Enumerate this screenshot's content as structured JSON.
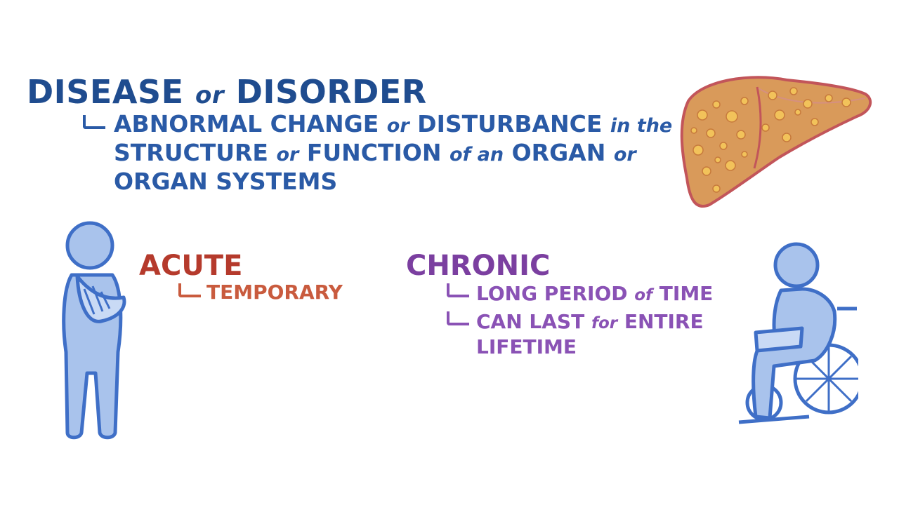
{
  "heading": {
    "part1": "DISEASE",
    "connector": "or",
    "part2": "DISORDER"
  },
  "definition": {
    "line1_a": "ABNORMAL CHANGE",
    "line1_or": "or",
    "line1_b": "DISTURBANCE",
    "line1_in_the": "in the",
    "line2_a": "STRUCTURE",
    "line2_or": "or",
    "line2_b": "FUNCTION",
    "line2_of_an": "of an",
    "line2_c": "ORGAN",
    "line2_or2": "or",
    "line3": "ORGAN SYSTEMS"
  },
  "acute": {
    "label": "ACUTE",
    "sub": "TEMPORARY"
  },
  "chronic": {
    "label": "CHRONIC",
    "sub1_a": "LONG PERIOD",
    "sub1_of": "of",
    "sub1_b": "TIME",
    "sub2_a": "CAN LAST",
    "sub2_for": "for",
    "sub2_b": "ENTIRE",
    "sub2_line2": "LIFETIME"
  },
  "illustrations": {
    "liver": "diseased-liver-illustration",
    "person_sling": "person-with-arm-sling-illustration",
    "person_wheelchair": "person-in-wheelchair-illustration"
  },
  "colors": {
    "heading": "#1f4c8f",
    "definition": "#2a5aa6",
    "acute": "#b53a2c",
    "chronic": "#7b3fa0",
    "figure_fill": "#a9c3ec",
    "figure_stroke": "#3f6fc7",
    "liver_fill": "#d99a5a",
    "liver_outline": "#c2555a"
  }
}
